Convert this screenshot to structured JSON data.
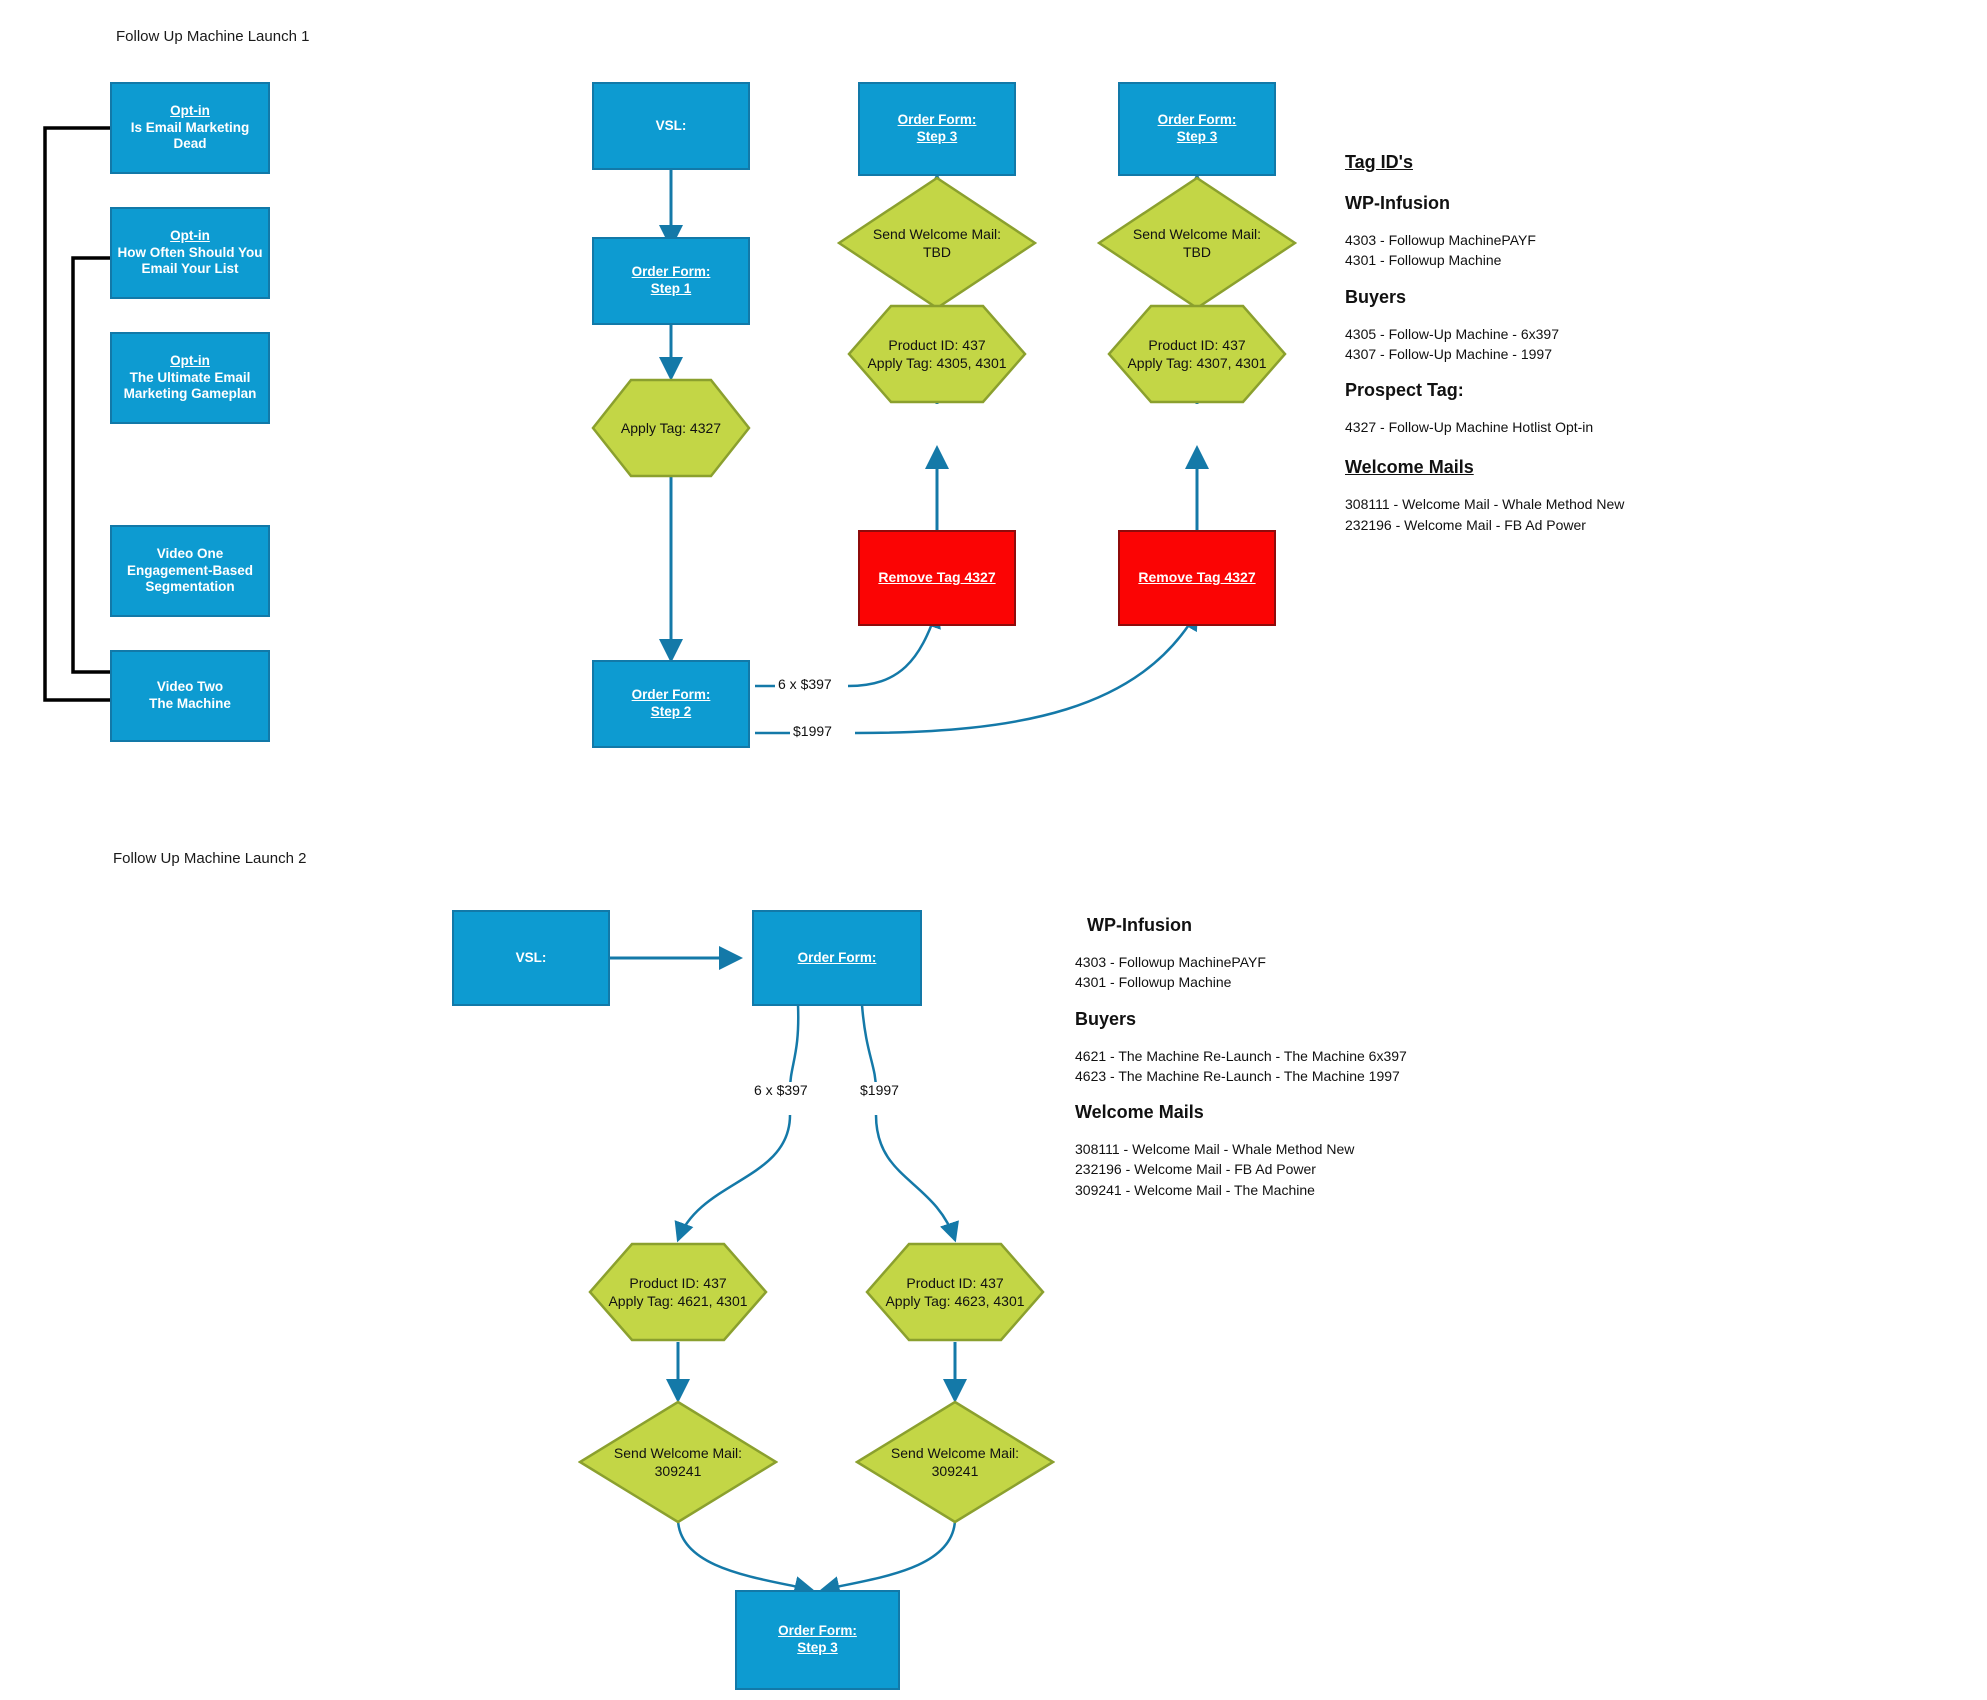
{
  "colors": {
    "blue_fill": "#0d9bd1",
    "blue_stroke": "#1279a8",
    "green_fill": "#c3d646",
    "green_stroke": "#8ba02e",
    "red_fill": "#fb0404",
    "red_stroke": "#8f0b0b",
    "arrow_blue": "#1479a8",
    "arrow_black": "#000000",
    "text_dark": "#111111"
  },
  "launch1": {
    "title": "Follow Up Machine Launch 1",
    "optins": [
      {
        "heading": "Opt-in",
        "line1": "Is Email Marketing",
        "line2": "Dead"
      },
      {
        "heading": "Opt-in",
        "line1": "How Often Should You",
        "line2": "Email Your List"
      },
      {
        "heading": "Opt-in",
        "line1": "The Ultimate Email",
        "line2": "Marketing Gameplan"
      }
    ],
    "videos": [
      {
        "line1": "Video One",
        "line2": "Engagement-Based",
        "line3": "Segmentation"
      },
      {
        "line1": "Video Two",
        "line2": "The Machine"
      }
    ],
    "vsl": "VSL:",
    "order_form_step1": {
      "line1": "Order Form:",
      "line2": "Step 1"
    },
    "apply_tag": "Apply Tag: 4327",
    "order_form_step2": {
      "line1": "Order Form:",
      "line2": "Step 2"
    },
    "price_labels": {
      "six_x": "6 x $397",
      "one_time": "$1997"
    },
    "branches": [
      {
        "order_form_step3": {
          "line1": "Order Form:",
          "line2": "Step 3"
        },
        "welcome_mail": {
          "line1": "Send Welcome Mail:",
          "line2": "TBD"
        },
        "product": {
          "line1": "Product ID: 437",
          "line2": "Apply Tag: 4305, 4301"
        },
        "remove_tag": "Remove Tag 4327"
      },
      {
        "order_form_step3": {
          "line1": "Order Form:",
          "line2": "Step 3"
        },
        "welcome_mail": {
          "line1": "Send Welcome Mail:",
          "line2": "TBD"
        },
        "product": {
          "line1": "Product ID: 437",
          "line2": "Apply Tag: 4307, 4301"
        },
        "remove_tag": "Remove Tag 4327"
      }
    ],
    "legend": {
      "title": "Tag ID's",
      "sections": [
        {
          "heading": "WP-Infusion",
          "lines": [
            "4303 - Followup MachinePAYF",
            "4301 - Followup Machine"
          ]
        },
        {
          "heading": "Buyers",
          "lines": [
            "4305 - Follow-Up Machine - 6x397",
            "4307 - Follow-Up Machine - 1997"
          ]
        },
        {
          "heading": "Prospect Tag:",
          "lines": [
            "4327 - Follow-Up Machine Hotlist Opt-in"
          ]
        },
        {
          "heading": "Welcome Mails",
          "underline": true,
          "lines": [
            "308111 - Welcome Mail - Whale Method New",
            "232196 - Welcome Mail - FB Ad Power"
          ]
        }
      ]
    }
  },
  "launch2": {
    "title": "Follow Up Machine Launch 2",
    "vsl": "VSL:",
    "order_form": "Order Form:",
    "price_labels": {
      "six_x": "6 x $397",
      "one_time": "$1997"
    },
    "branches": [
      {
        "product": {
          "line1": "Product ID: 437",
          "line2": "Apply Tag: 4621, 4301"
        },
        "welcome_mail": {
          "line1": "Send Welcome Mail:",
          "line2": "309241"
        }
      },
      {
        "product": {
          "line1": "Product ID: 437",
          "line2": "Apply Tag: 4623, 4301"
        },
        "welcome_mail": {
          "line1": "Send Welcome Mail:",
          "line2": "309241"
        }
      }
    ],
    "order_form_step3": {
      "line1": "Order Form:",
      "line2": "Step 3"
    },
    "legend": {
      "sections": [
        {
          "heading": "WP-Infusion",
          "lines": [
            "4303 - Followup MachinePAYF",
            "4301 - Followup Machine"
          ]
        },
        {
          "heading": "Buyers",
          "lines": [
            "4621 - The Machine Re-Launch - The Machine 6x397",
            "4623 - The Machine Re-Launch - The Machine 1997"
          ]
        },
        {
          "heading": "Welcome Mails",
          "lines": [
            "308111 - Welcome Mail - Whale Method New",
            " 232196 - Welcome Mail - FB Ad Power",
            "309241 - Welcome Mail - The Machine"
          ]
        }
      ]
    }
  }
}
